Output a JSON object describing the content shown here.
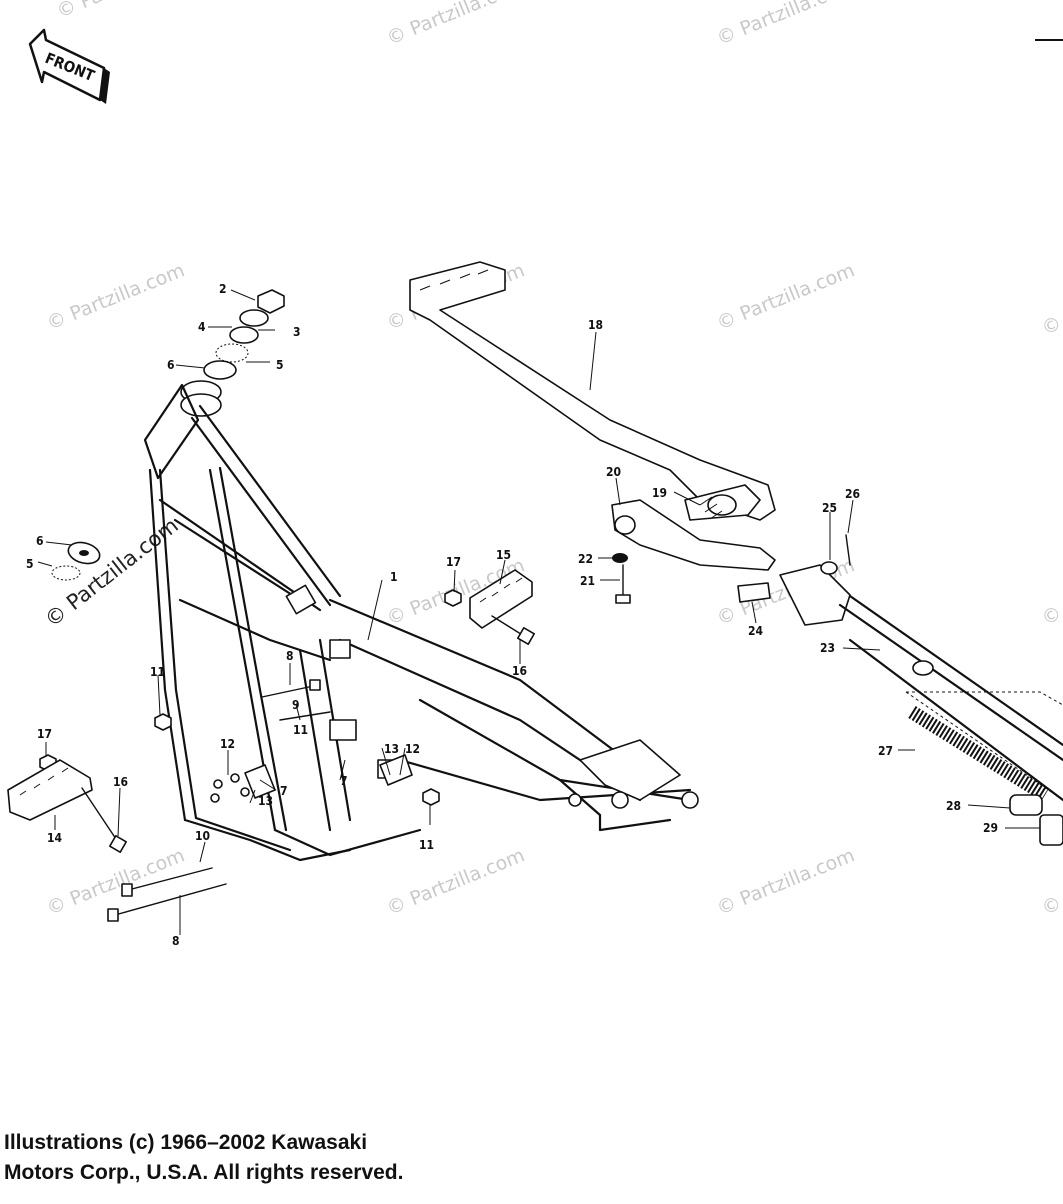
{
  "front_label": "FRONT",
  "watermark": "© Partzilla.com",
  "copyright": {
    "line1": "Illustrations (c) 1966–2002 Kawasaki",
    "line2": "Motors Corp., U.S.A.  All rights reserved."
  },
  "callouts": [
    {
      "id": "c2",
      "text": "2"
    },
    {
      "id": "c4",
      "text": "4"
    },
    {
      "id": "c3",
      "text": "3"
    },
    {
      "id": "c6a",
      "text": "6"
    },
    {
      "id": "c5a",
      "text": "5"
    },
    {
      "id": "c6b",
      "text": "6"
    },
    {
      "id": "c5b",
      "text": "5"
    },
    {
      "id": "c1",
      "text": "1"
    },
    {
      "id": "c8a",
      "text": "8"
    },
    {
      "id": "c9",
      "text": "9"
    },
    {
      "id": "c11a",
      "text": "11"
    },
    {
      "id": "c11b",
      "text": "11"
    },
    {
      "id": "c11c",
      "text": "11"
    },
    {
      "id": "c12a",
      "text": "12"
    },
    {
      "id": "c12b",
      "text": "12"
    },
    {
      "id": "c13a",
      "text": "13"
    },
    {
      "id": "c13b",
      "text": "13"
    },
    {
      "id": "c7a",
      "text": "7"
    },
    {
      "id": "c7b",
      "text": "7"
    },
    {
      "id": "c17a",
      "text": "17"
    },
    {
      "id": "c17b",
      "text": "17"
    },
    {
      "id": "c14",
      "text": "14"
    },
    {
      "id": "c16a",
      "text": "16"
    },
    {
      "id": "c16b",
      "text": "16"
    },
    {
      "id": "c15",
      "text": "15"
    },
    {
      "id": "c10",
      "text": "10"
    },
    {
      "id": "c8b",
      "text": "8"
    },
    {
      "id": "c18",
      "text": "18"
    },
    {
      "id": "c19",
      "text": "19"
    },
    {
      "id": "c20",
      "text": "20"
    },
    {
      "id": "c22",
      "text": "22"
    },
    {
      "id": "c21",
      "text": "21"
    },
    {
      "id": "c24",
      "text": "24"
    },
    {
      "id": "c25",
      "text": "25"
    },
    {
      "id": "c26",
      "text": "26"
    },
    {
      "id": "c23",
      "text": "23"
    },
    {
      "id": "c27",
      "text": "27"
    },
    {
      "id": "c28",
      "text": "28"
    },
    {
      "id": "c29",
      "text": "29"
    }
  ]
}
